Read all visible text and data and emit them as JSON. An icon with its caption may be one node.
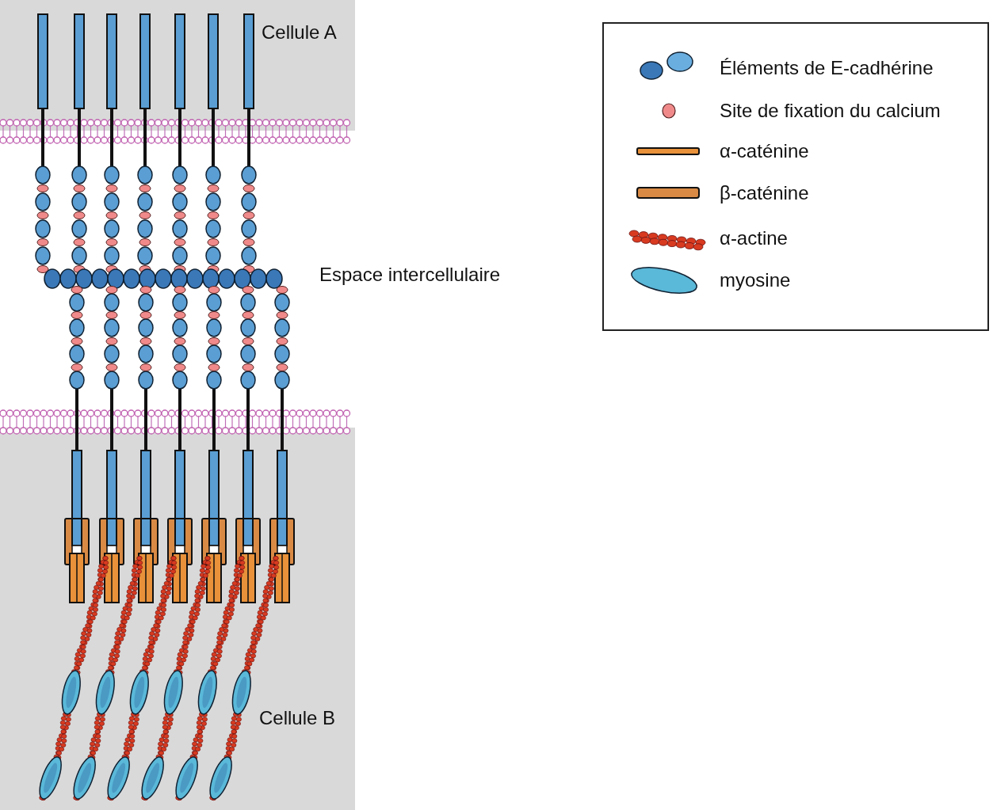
{
  "diagram": {
    "labels": [
      "Cellule A",
      "Espace intercellulaire",
      "Cellule B"
    ],
    "legend": [
      {
        "text": "Éléments de E-cadhérine"
      },
      {
        "text": "Site de fixation du calcium"
      },
      {
        "text": "α-caténine"
      },
      {
        "text": "β-caténine"
      },
      {
        "text": "α-actine"
      },
      {
        "text": "myosine"
      }
    ]
  }
}
